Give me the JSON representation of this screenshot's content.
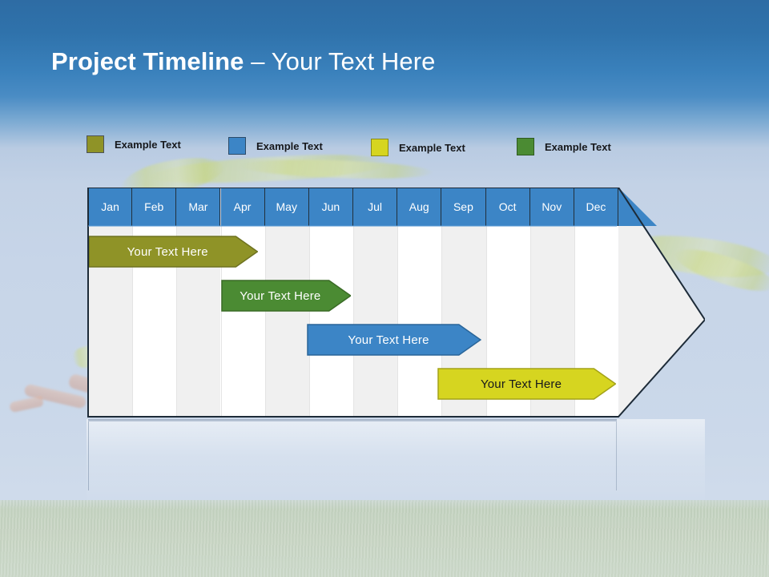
{
  "slide": {
    "title_bold": "Project Timeline",
    "title_dash": " – ",
    "title_rest": "Your Text Here",
    "background": {
      "sky_top_color": "#2e6ca4",
      "sky_bottom_color": "#cfdbeb",
      "grass_color": "#c6d3c0"
    }
  },
  "legend": {
    "items": [
      {
        "label": "Example Text",
        "color": "#8f9327",
        "border": "#4c5259"
      },
      {
        "label": "Example Text",
        "color": "#3c85c6",
        "border": "#2a4a68"
      },
      {
        "label": "Example Text",
        "color": "#d6d520",
        "border": "#8a8a18"
      },
      {
        "label": "Example Text",
        "color": "#4b8b33",
        "border": "#2f5a20"
      }
    ]
  },
  "chart_data": {
    "type": "bar",
    "title": "Project Timeline – Your Text Here",
    "categories": [
      "Jan",
      "Feb",
      "Mar",
      "Apr",
      "May",
      "Jun",
      "Jul",
      "Aug",
      "Sep",
      "Oct",
      "Nov",
      "Dec"
    ],
    "xlabel": "",
    "ylabel": "",
    "grid": true,
    "legend_position": "top",
    "header_color": "#3c85c6",
    "header_text_color": "#ffffff",
    "stripe_color_odd": "#f0f0f0",
    "stripe_color_even": "#ffffff",
    "outline_color": "#1d2b38",
    "arrow_fill": "#f0f0f0",
    "series": [
      {
        "name": "Your Text Here",
        "label": "Your  Text Here",
        "color": "#8f9327",
        "border": "#6e7220",
        "text_color": "#ffffff",
        "start_month": "Jan",
        "end_month": "Apr",
        "start_index": 0,
        "end_index": 3.85,
        "row": 0
      },
      {
        "name": "Your Text Here",
        "label": "Your  Text Here",
        "color": "#4b8b33",
        "border": "#3a6b26",
        "text_color": "#ffffff",
        "start_month": "Apr",
        "end_month": "Jul",
        "start_index": 3.0,
        "end_index": 5.95,
        "row": 1
      },
      {
        "name": "Your Text Here",
        "label": "Your  Text Here",
        "color": "#3c85c6",
        "border": "#2a6599",
        "text_color": "#ffffff",
        "start_month": "Jun",
        "end_month": "Sep",
        "start_index": 4.95,
        "end_index": 8.9,
        "row": 2
      },
      {
        "name": "Your Text Here",
        "label": "Your  Text Here",
        "color": "#d6d520",
        "border": "#a3a218",
        "text_color": "#16181c",
        "start_month": "Sep",
        "end_month": "Dec",
        "start_index": 7.9,
        "end_index": 11.95,
        "row": 3
      }
    ]
  }
}
